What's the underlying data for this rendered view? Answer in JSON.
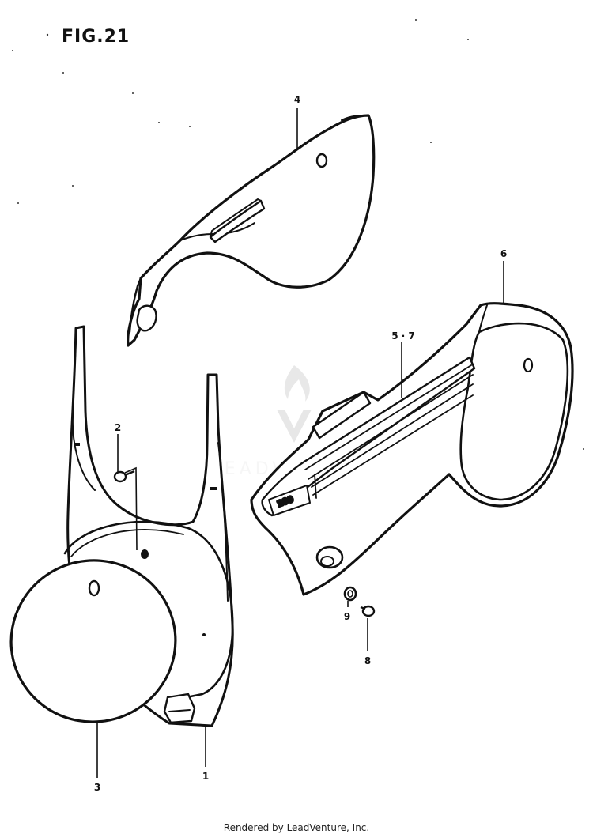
{
  "figure": {
    "title": "FIG.21"
  },
  "watermark": {
    "text": "LEADVENTURE",
    "logo_icon": "flame-v-logo-icon",
    "color": "#c8c8c8"
  },
  "parts": [
    {
      "callout": "1"
    },
    {
      "callout": "2"
    },
    {
      "callout": "3"
    },
    {
      "callout": "4"
    },
    {
      "callout": "5 · 7"
    },
    {
      "callout": "6"
    },
    {
      "callout": "8"
    },
    {
      "callout": "9"
    }
  ],
  "emblem": {
    "text": "100"
  },
  "footer": {
    "credit": "Rendered by LeadVenture, Inc."
  },
  "colors": {
    "ink": "#111111",
    "paper": "#ffffff"
  }
}
